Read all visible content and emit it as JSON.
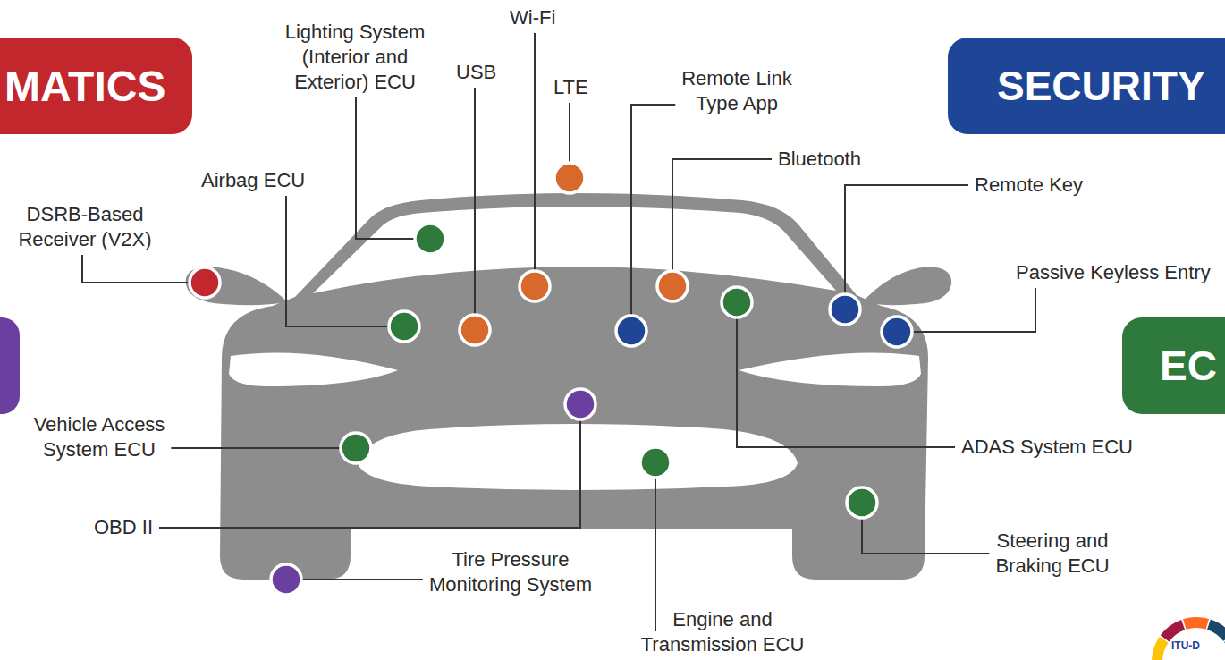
{
  "diagram": {
    "nodes": [
      {
        "text": [
          "MATICS"
        ]
      },
      {
        "text": [
          "SECURITY"
        ]
      },
      {
        "text": [
          "EC"
        ]
      }
    ],
    "labels": [
      "Lighting System (Interior and Exterior) ECU",
      "Wi-Fi",
      "USB",
      "LTE",
      "Remote Link Type App",
      "Bluetooth",
      "Remote Key",
      "Passive Keyless Entry",
      "Airbag ECU",
      "DSRB-Based Receiver (V2X)",
      "Vehicle Access System ECU",
      "OBD II",
      "Tire Pressure Monitoring System",
      "Engine and Transmission ECU",
      "ADAS System ECU",
      "Steering and Braking ECU",
      "ITU-D"
    ]
  }
}
